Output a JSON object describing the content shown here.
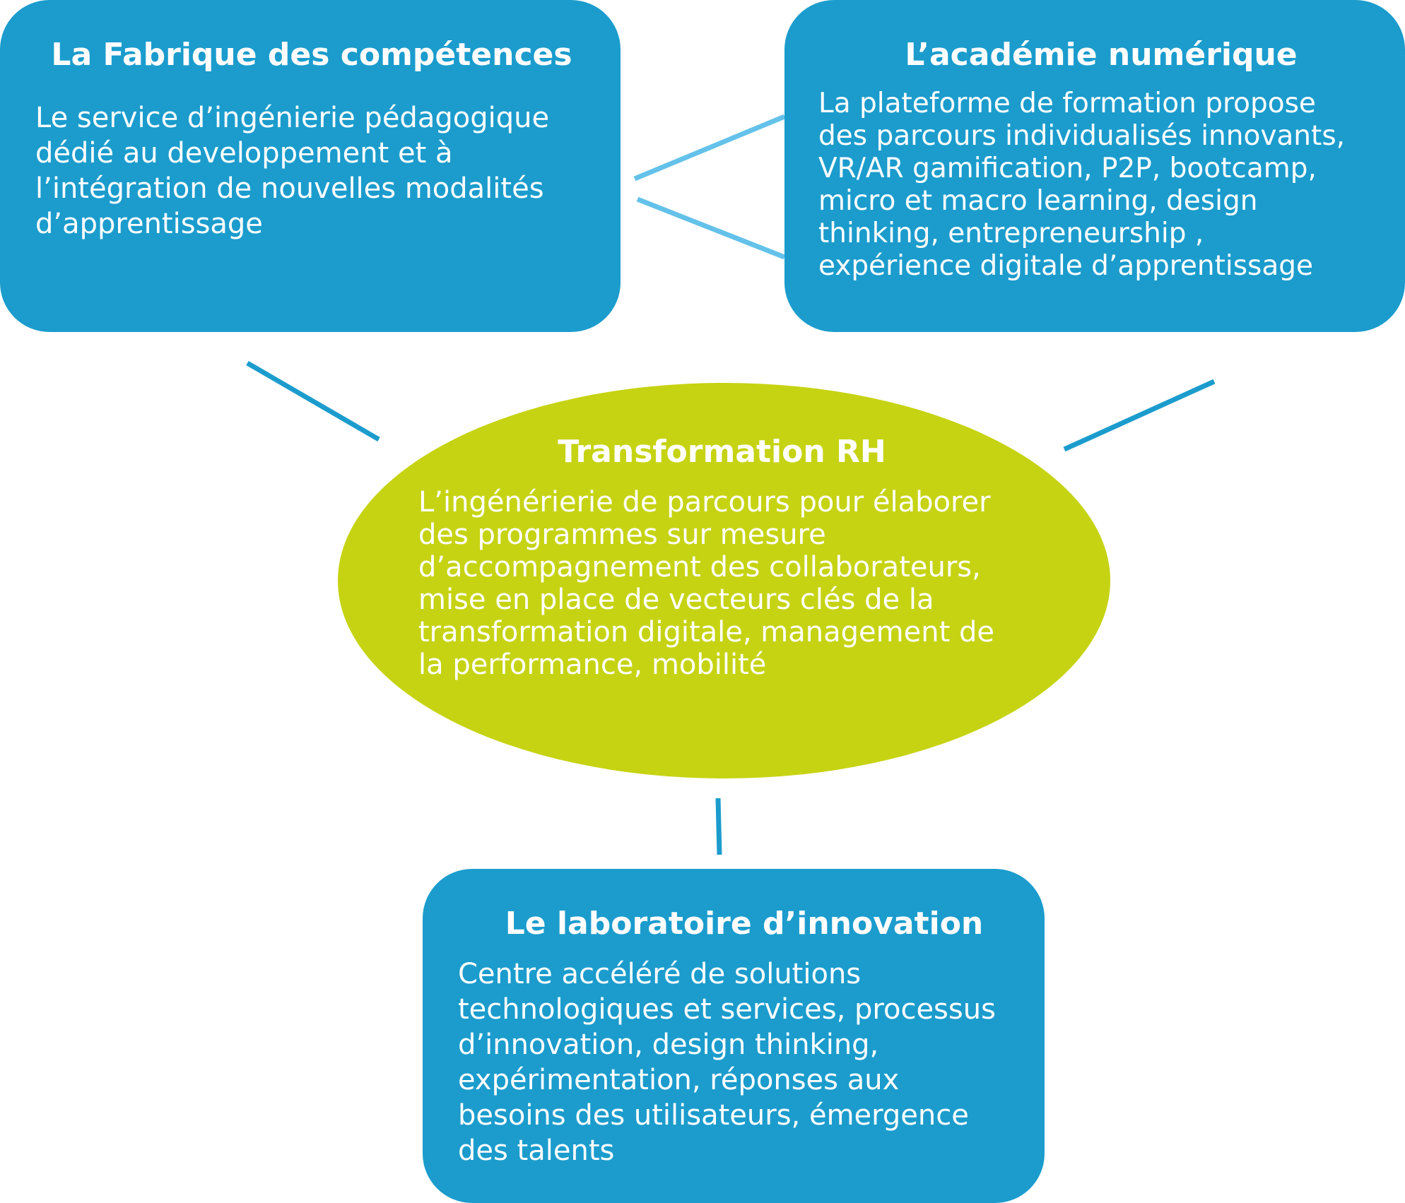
{
  "colors": {
    "box_fill": "#1b9ccd",
    "center_fill": "#c6d312",
    "connector_light": "#64c2ea",
    "connector_dark": "#1b9ccd",
    "text": "#ffffff"
  },
  "nodes": {
    "fabrique": {
      "title": "La Fabrique des compétences",
      "lines": [
        "Le service d’ingénierie pédagogique",
        "dédié au developpement et à",
        "l’intégration de nouvelles modalités",
        "d’apprentissage"
      ]
    },
    "academie": {
      "title": "L’académie numérique",
      "lines": [
        "La plateforme de formation propose",
        "des parcours individualisés innovants,",
        "VR/AR gamification, P2P, bootcamp,",
        "micro et macro learning, design",
        "thinking, entrepreneurship ,",
        "expérience digitale d’apprentissage"
      ]
    },
    "transformation": {
      "title": "Transformation RH",
      "lines": [
        "L’ingénérierie de parcours pour élaborer",
        "des programmes sur mesure",
        "d’accompagnement des collaborateurs,",
        "mise en place de vecteurs clés de la",
        "transformation digitale, management de",
        "la performance, mobilité"
      ]
    },
    "laboratoire": {
      "title": "Le laboratoire d’innovation",
      "lines": [
        "Centre accéléré de solutions",
        "technologiques et services, processus",
        "d’innovation, design thinking,",
        "expérimentation, réponses aux",
        "besoins des utilisateurs, émergence",
        "des talents"
      ]
    }
  },
  "edges": [
    {
      "from": "fabrique",
      "to": "academie",
      "style": "light"
    },
    {
      "from": "academie",
      "to": "fabrique",
      "style": "light"
    },
    {
      "from": "fabrique",
      "to": "transformation",
      "style": "dark"
    },
    {
      "from": "academie",
      "to": "transformation",
      "style": "dark"
    },
    {
      "from": "transformation",
      "to": "laboratoire",
      "style": "dark"
    }
  ]
}
